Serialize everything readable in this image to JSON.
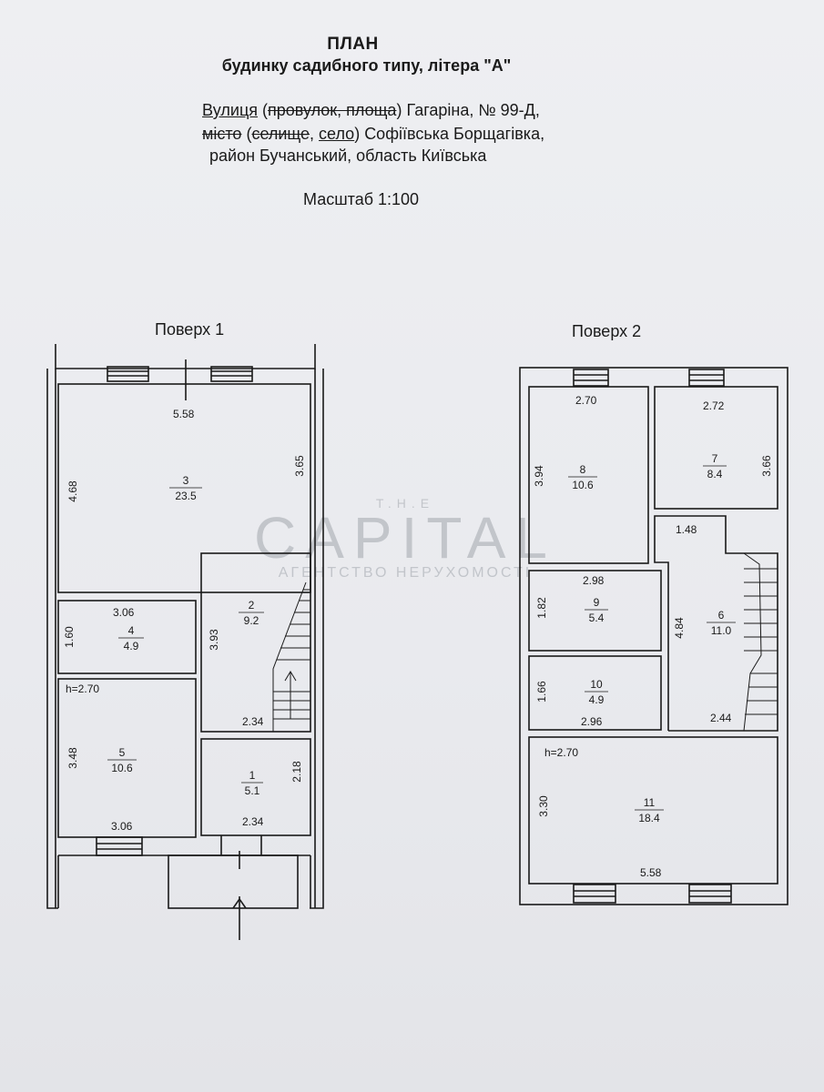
{
  "header": {
    "title": "ПЛАН",
    "subtitle": "будинку садибного типу, літера \"А\"",
    "address_line1": {
      "street_label": "Вулиця",
      "paren_open": " (",
      "lane_struck": "провулок, площа",
      "paren_close": ") ",
      "street_value": "Гагаріна, № 99-Д,"
    },
    "address_line2": {
      "city_struck": "місто",
      "paren_open": " (",
      "village_struck": "селище",
      "comma": ", ",
      "village_label": "село",
      "paren_close": ") ",
      "village_value": "Софіївська Борщагівка,"
    },
    "address_line3": "район Бучанський, область Київська",
    "scale": "Масштаб  1:100"
  },
  "watermark": {
    "the": "T.H.E",
    "capital": "CAPITAL",
    "agency": "АГЕНТСТВО НЕРУХОМОСТІ"
  },
  "floor1": {
    "label": "Поверх 1",
    "height_note": "h=2.70",
    "rooms": [
      {
        "no": "3",
        "area": "23.5"
      },
      {
        "no": "4",
        "area": "4.9"
      },
      {
        "no": "2",
        "area": "9.2"
      },
      {
        "no": "5",
        "area": "10.6"
      },
      {
        "no": "1",
        "area": "5.1"
      }
    ],
    "dims": [
      "5.58",
      "4.68",
      "3.65",
      "3.06",
      "1.60",
      "3.93",
      "2.34",
      "3.48",
      "3.06",
      "2.34",
      "2.18"
    ]
  },
  "floor2": {
    "label": "Поверх 2",
    "height_note": "h=2.70",
    "rooms": [
      {
        "no": "8",
        "area": "10.6"
      },
      {
        "no": "7",
        "area": "8.4"
      },
      {
        "no": "9",
        "area": "5.4"
      },
      {
        "no": "6",
        "area": "11.0"
      },
      {
        "no": "10",
        "area": "4.9"
      },
      {
        "no": "11",
        "area": "18.4"
      }
    ],
    "dims": [
      "2.70",
      "2.72",
      "3.94",
      "3.66",
      "1.48",
      "2.98",
      "1.82",
      "4.84",
      "1.66",
      "2.96",
      "2.44",
      "3.30",
      "5.58"
    ]
  }
}
